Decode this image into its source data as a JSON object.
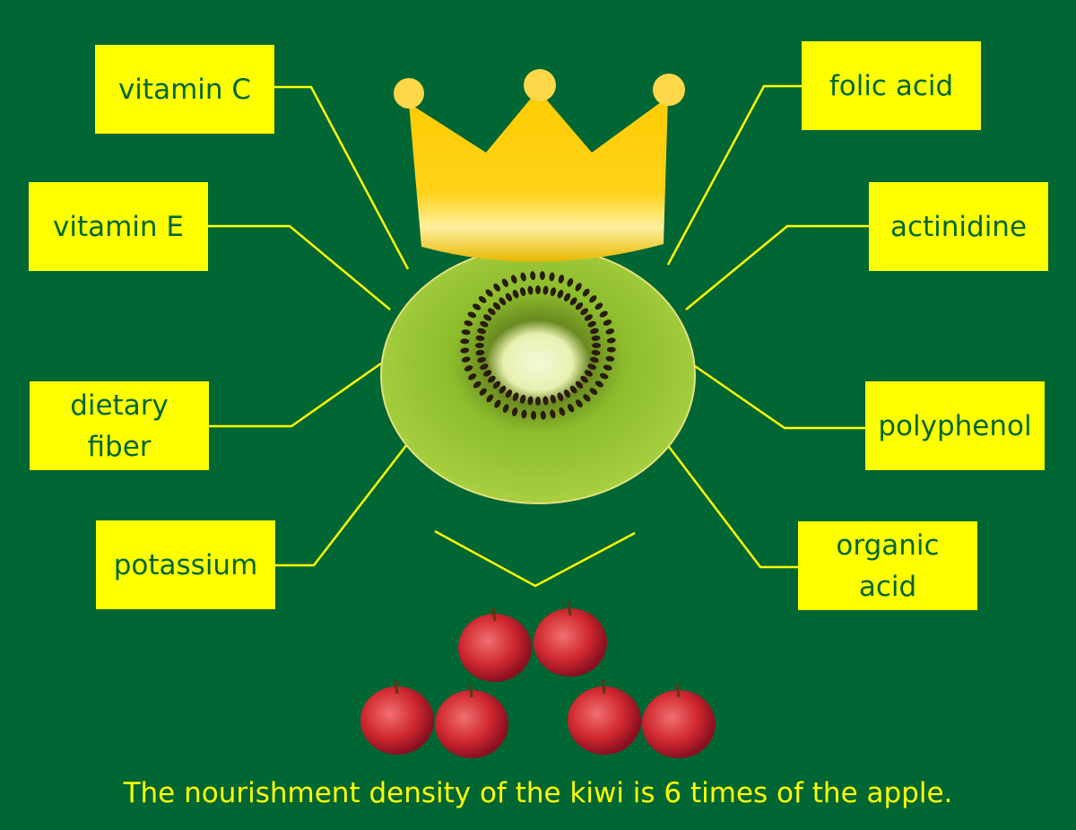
{
  "nutrients_left": [
    "vitamin C",
    "vitamin E",
    "dietary fiber",
    "potassium"
  ],
  "nutrients_right": [
    "folic acid",
    "actinidine",
    "polyphenol",
    "organic acid"
  ],
  "caption": "The nourishment density of the kiwi is 6 times of the apple.",
  "colors": {
    "background": "#006633",
    "label": "#ffff00",
    "crown": "#ffcc00"
  }
}
